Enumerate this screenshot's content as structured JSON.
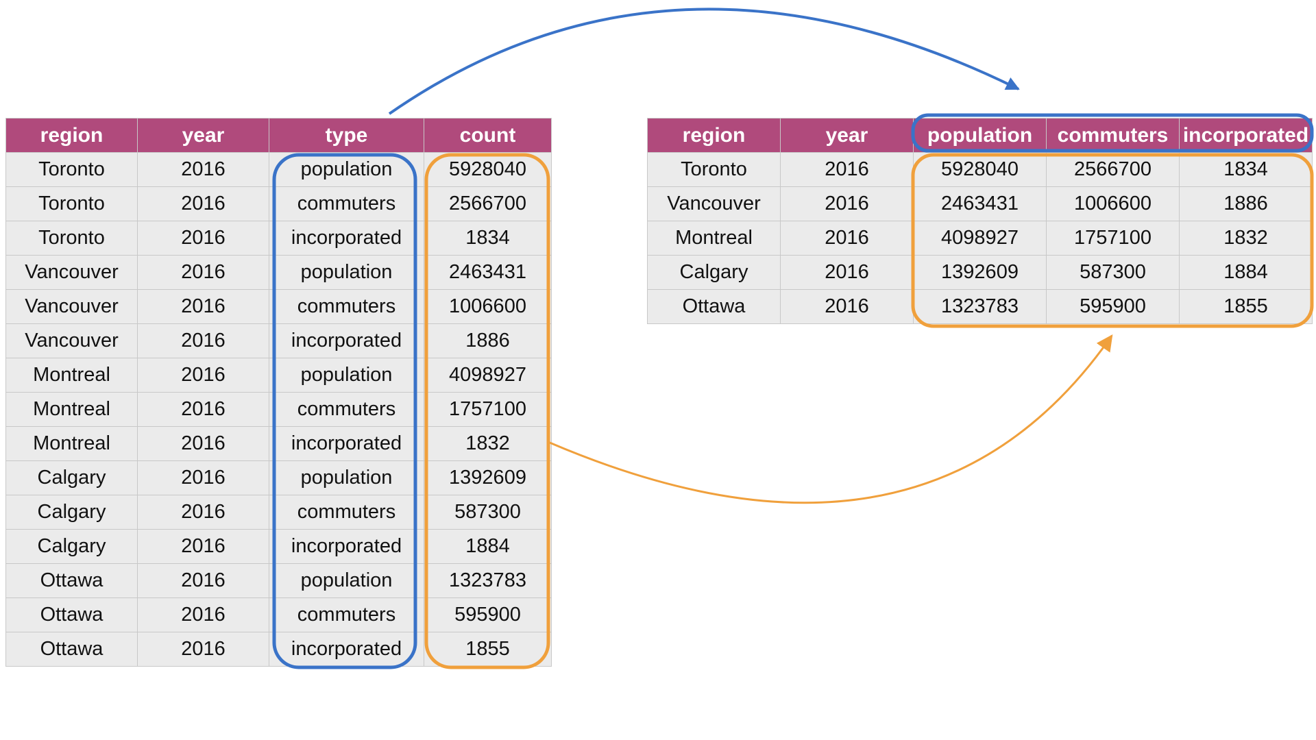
{
  "colors": {
    "header_bg": "#b04a7c",
    "cell_bg": "#ebebeb",
    "blue": "#3a73c8",
    "orange": "#f0a03c"
  },
  "long_table": {
    "headers": [
      "region",
      "year",
      "type",
      "count"
    ],
    "rows": [
      [
        "Toronto",
        "2016",
        "population",
        "5928040"
      ],
      [
        "Toronto",
        "2016",
        "commuters",
        "2566700"
      ],
      [
        "Toronto",
        "2016",
        "incorporated",
        "1834"
      ],
      [
        "Vancouver",
        "2016",
        "population",
        "2463431"
      ],
      [
        "Vancouver",
        "2016",
        "commuters",
        "1006600"
      ],
      [
        "Vancouver",
        "2016",
        "incorporated",
        "1886"
      ],
      [
        "Montreal",
        "2016",
        "population",
        "4098927"
      ],
      [
        "Montreal",
        "2016",
        "commuters",
        "1757100"
      ],
      [
        "Montreal",
        "2016",
        "incorporated",
        "1832"
      ],
      [
        "Calgary",
        "2016",
        "population",
        "1392609"
      ],
      [
        "Calgary",
        "2016",
        "commuters",
        "587300"
      ],
      [
        "Calgary",
        "2016",
        "incorporated",
        "1884"
      ],
      [
        "Ottawa",
        "2016",
        "population",
        "1323783"
      ],
      [
        "Ottawa",
        "2016",
        "commuters",
        "595900"
      ],
      [
        "Ottawa",
        "2016",
        "incorporated",
        "1855"
      ]
    ]
  },
  "wide_table": {
    "headers": [
      "region",
      "year",
      "population",
      "commuters",
      "incorporated"
    ],
    "rows": [
      [
        "Toronto",
        "2016",
        "5928040",
        "2566700",
        "1834"
      ],
      [
        "Vancouver",
        "2016",
        "2463431",
        "1006600",
        "1886"
      ],
      [
        "Montreal",
        "2016",
        "4098927",
        "1757100",
        "1832"
      ],
      [
        "Calgary",
        "2016",
        "1392609",
        "587300",
        "1884"
      ],
      [
        "Ottawa",
        "2016",
        "1323783",
        "595900",
        "1855"
      ]
    ]
  }
}
